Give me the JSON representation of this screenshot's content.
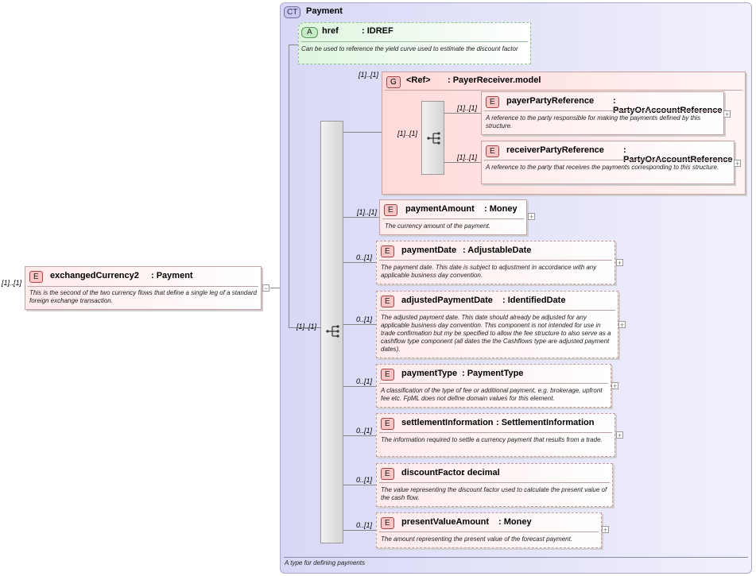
{
  "root": {
    "multiplicity": "[1]..[1]",
    "badge": "E",
    "name": "exchangedCurrency2",
    "type": ": Payment",
    "description": "This is the second of the two currency flows that define a single leg of a standard foreign exchange transaction.",
    "collapse_symbol": "−"
  },
  "complex_type": {
    "badge": "CT",
    "name": "Payment",
    "description": "A type for defining payments",
    "sequence_multiplicity": "[1]..[1]"
  },
  "attribute": {
    "badge": "A",
    "name": "href",
    "type": ": IDREF",
    "description": "Can be used to reference the yield curve used to estimate the discount factor"
  },
  "group": {
    "outer_multiplicity": "[1]..[1]",
    "badge": "G",
    "name": "<Ref>",
    "type": ": PayerReceiver.model",
    "sequence_multiplicity": "[1]..[1]",
    "children": [
      {
        "multiplicity": "[1]..[1]",
        "badge": "E",
        "name": "payerPartyReference",
        "type": ": PartyOrAccountReference",
        "description": "A reference to the party responsible for making the payments defined by this structure.",
        "expand": "+"
      },
      {
        "multiplicity": "[1]..[1]",
        "badge": "E",
        "name": "receiverPartyReference",
        "type": ": PartyOrAccountReference",
        "description": "A reference to the party that receives the payments corresponding to this structure.",
        "expand": "+"
      }
    ]
  },
  "elements": [
    {
      "multiplicity": "[1]..[1]",
      "badge": "E",
      "name": "paymentAmount",
      "type": ": Money",
      "description": "The currency amount of the payment.",
      "expand": "+"
    },
    {
      "multiplicity": "0..[1]",
      "badge": "E",
      "name": "paymentDate",
      "type": ": AdjustableDate",
      "description": "The payment date. This date is subject to adjustment in accordance with any applicable business day convention.",
      "expand": "+"
    },
    {
      "multiplicity": "0..[1]",
      "badge": "E",
      "name": "adjustedPaymentDate",
      "type": ": IdentifiedDate",
      "description": "The adjusted payment date. This date should already be adjusted for any applicable business day convention. This component is not intended for use in trade confirmation but my be specified to allow the fee structure to also serve as a cashflow type component (all dates the the Cashflows type are adjusted payment dates).",
      "expand": "+"
    },
    {
      "multiplicity": "0..[1]",
      "badge": "E",
      "name": "paymentType",
      "type": ": PaymentType",
      "description": "A classification of the type of fee or additional payment, e.g. brokerage, upfront fee etc. FpML does not define domain values for this element.",
      "expand": "+"
    },
    {
      "multiplicity": "0..[1]",
      "badge": "E",
      "name": "settlementInformation",
      "type": ": SettlementInformation",
      "description": "The information required to settle a currency payment that results from a trade.",
      "expand": "+"
    },
    {
      "multiplicity": "0..[1]",
      "badge": "E",
      "name": "discountFactor",
      "type": ": decimal",
      "description": "The value representing the discount factor used to calculate the present value of the cash flow.",
      "expand": "+"
    },
    {
      "multiplicity": "0..[1]",
      "badge": "E",
      "name": "presentValueAmount",
      "type": ": Money",
      "description": "The amount representing the present value of the forecast payment.",
      "expand": "+"
    }
  ]
}
